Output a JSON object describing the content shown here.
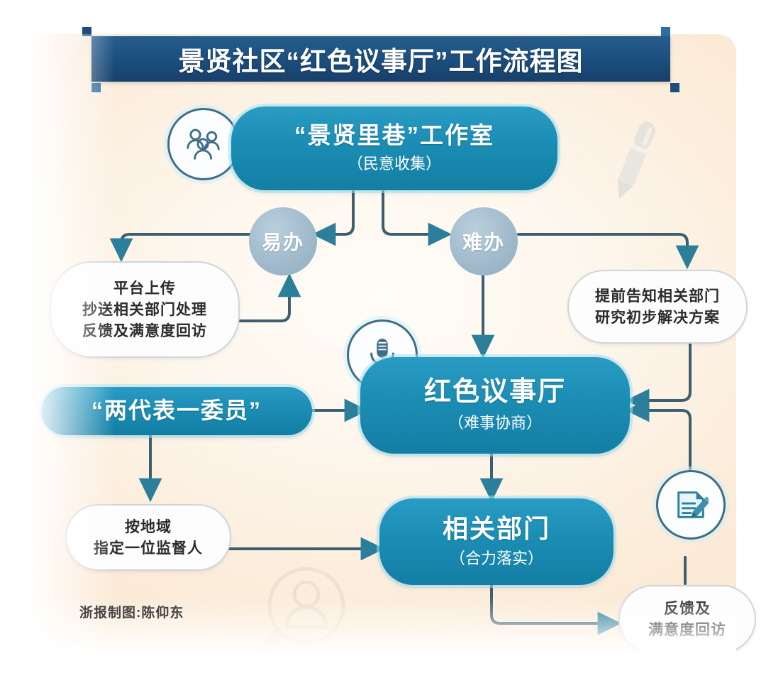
{
  "title": "景贤社区“红色议事厅”工作流程图",
  "credit": "浙报制图:陈仰东",
  "colors": {
    "banner": "#1c4d7c",
    "node_blue": "#1b8db4",
    "circle_gray_blue": "#9fb9cb",
    "connector": "#3c5f6e",
    "panel_bg": "#fdf3e6"
  },
  "nodes": {
    "workshop": {
      "title": "“景贤里巷”工作室",
      "subtitle": "（民意收集）",
      "icon": "people-group-icon"
    },
    "easy": {
      "label": "易办"
    },
    "hard": {
      "label": "难办"
    },
    "platform_upload": {
      "line1": "平台上传",
      "line2": "抄送相关部门处理",
      "line3": "反馈及满意度回访"
    },
    "notify_dept": {
      "line1": "提前告知相关部门",
      "line2": "研究初步解决方案"
    },
    "council": {
      "title": "红色议事厅",
      "subtitle": "（难事协商）",
      "icon": "microphone-icon"
    },
    "representatives": {
      "label": "“两代表一委员”"
    },
    "supervisor": {
      "line1": "按地域",
      "line2": "指定一位监督人"
    },
    "departments": {
      "title": "相关部门",
      "subtitle": "（合力落实）"
    },
    "feedback": {
      "line1": "反馈及",
      "line2": "满意度回访"
    }
  },
  "decor": {
    "pen": "pen-icon",
    "clipboard": "clipboard-pencil-icon",
    "magnifier": "magnifier-person-icon"
  },
  "chart_data": {
    "type": "diagram",
    "title": "景贤社区“红色议事厅”工作流程图",
    "nodes": [
      {
        "id": "workshop",
        "label": "“景贤里巷”工作室（民意收集）",
        "shape": "rounded-rect",
        "style": "blue"
      },
      {
        "id": "easy",
        "label": "易办",
        "shape": "circle",
        "style": "gray-blue"
      },
      {
        "id": "hard",
        "label": "难办",
        "shape": "circle",
        "style": "gray-blue"
      },
      {
        "id": "platform_upload",
        "label": "平台上传 / 抄送相关部门处理 / 反馈及满意度回访",
        "shape": "oval",
        "style": "white"
      },
      {
        "id": "notify_dept",
        "label": "提前告知相关部门 / 研究初步解决方案",
        "shape": "oval",
        "style": "white"
      },
      {
        "id": "council",
        "label": "红色议事厅（难事协商）",
        "shape": "rounded-rect",
        "style": "blue"
      },
      {
        "id": "representatives",
        "label": "“两代表一委员”",
        "shape": "rounded-rect",
        "style": "blue"
      },
      {
        "id": "supervisor",
        "label": "按地域 / 指定一位监督人",
        "shape": "oval",
        "style": "white"
      },
      {
        "id": "departments",
        "label": "相关部门（合力落实）",
        "shape": "rounded-rect",
        "style": "blue"
      },
      {
        "id": "feedback",
        "label": "反馈及 / 满意度回访",
        "shape": "oval",
        "style": "white"
      }
    ],
    "edges": [
      {
        "from": "workshop",
        "to": "easy"
      },
      {
        "from": "workshop",
        "to": "hard"
      },
      {
        "from": "easy",
        "to": "platform_upload"
      },
      {
        "from": "platform_upload",
        "to": "easy"
      },
      {
        "from": "hard",
        "to": "notify_dept"
      },
      {
        "from": "hard",
        "to": "council"
      },
      {
        "from": "notify_dept",
        "to": "council"
      },
      {
        "from": "representatives",
        "to": "council"
      },
      {
        "from": "representatives",
        "to": "supervisor"
      },
      {
        "from": "supervisor",
        "to": "departments"
      },
      {
        "from": "council",
        "to": "departments"
      },
      {
        "from": "departments",
        "to": "feedback"
      },
      {
        "from": "feedback",
        "to": "council"
      }
    ]
  }
}
